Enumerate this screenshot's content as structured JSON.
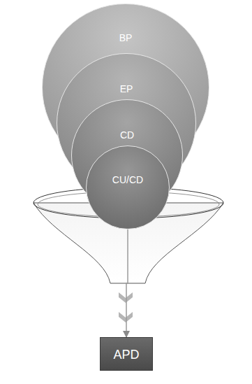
{
  "diagram": {
    "nodes": [
      {
        "text": [
          "BP"
        ]
      },
      {
        "text": [
          "EP"
        ],
        "in": 0
      },
      {
        "text": [
          "CD"
        ],
        "in": 1
      },
      {
        "text": [
          "CU/CD"
        ],
        "in": 2
      },
      {
        "text": [
          "APD"
        ]
      }
    ],
    "edges": [
      {
        "from": 3,
        "to": 4,
        "arrow": "to"
      }
    ]
  }
}
